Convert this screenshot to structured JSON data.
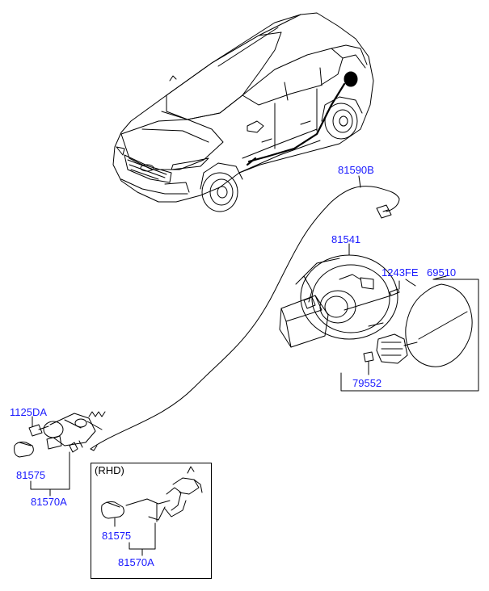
{
  "colors": {
    "part_number": "#1a1aff",
    "line": "#000000",
    "background": "#ffffff"
  },
  "labels": {
    "cable": "81590B",
    "filler_housing": "81541",
    "screw_1243": "1243FE",
    "fuel_door": "69510",
    "bumper": "79552",
    "bolt_1125": "1125DA",
    "cap_main": "81575",
    "actuator_main": "81570A",
    "rhd_title": "(RHD)",
    "cap_rhd": "81575",
    "actuator_rhd": "81570A"
  }
}
